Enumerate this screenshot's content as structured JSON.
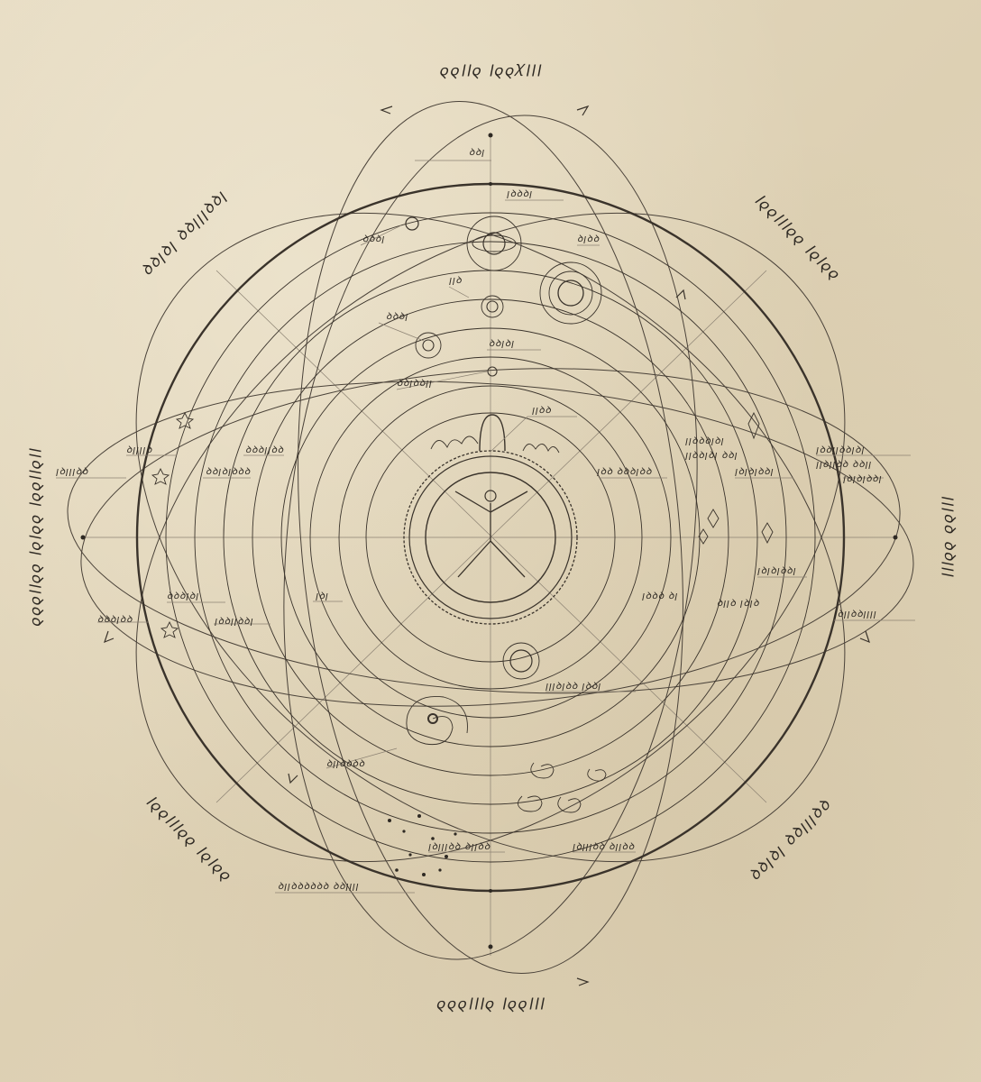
{
  "diagram": {
    "headings": {
      "top": "ꞁꞁꞁꭓꝺꝺꞁ ꝺꞁꞁꝺꝺ",
      "bottom": "ꞁꞁꞁꝺꝺꞁ ꝺꞁꞁꞁꝺꝺꝺ",
      "left": "ꞁꞁꝺꞁꞁꝺꝺꞁ ꝺꝺꞁꝺꞁ ꝺꝺꞁꞁꝺꝺꝺ",
      "right": "ꞁꞁꞁꝺꝺ ꝺꝺꞁꞁꞁ",
      "upper_left": "ꝺꝺꞁꝺꞁ ꝺꝺꞁꞁꞁꝺꝺꞁ",
      "upper_right": "ꝺꝺꞁꝺꞁ ꝺꝺꞁꞁꞁꝺꝺꞁ",
      "lower_left": "ꝺꝺꞁꝺꞁ ꝺꝺꞁꞁꞁꝺꝺꞁ",
      "lower_right": "ꝺꝺꞁꝺꞁ ꝺꝺꞁꞁꞁꝺꝺ"
    },
    "labels": {
      "top_axis": "ꝺꝺꞁ",
      "upper_ring": "ꞁꝺꝺꝺꞁ",
      "planet_left": "ꝺꝺꝺꞁ",
      "planet_right": "ꝺꞁꝺꝺ",
      "moon": "ꞁꞁꝺ",
      "orbit_a": "ꝺꝺꝺꞁ",
      "orbit_b": "ꝺꝺꞁꝺꞁ",
      "inner_planet": "ꝺꝺꞁꝺꝺꞁꞁ",
      "sun": "ꞁꞁꝺꝺ",
      "core": "ꞁꝺꝺ ꝺꝺꝺꞁꝺꝺ",
      "crystals_a": "ꞁꞁꝺꝺꝺꞁꝺꞁ",
      "crystals_b": "ꞁꞁꝺꝺꞁꝺꞁ ꝺꝺꞁ",
      "right_1": "ꞁꝺꝺꞁꞁꝺꝺꞁꝺꞁ",
      "right_2": "ꞁꞁꝺꞁꞁꝺꝺ ꝺꝺꞁꞁ",
      "right_3": "ꞁꝺꞁꝺꞁꝺꝺꞁ",
      "right_4": "ꞁꝺꞁꝺꞁꝺꝺꞁ",
      "right_5": "ꞁꝺꞁꝺꞁꝺꝺꞁ",
      "right_6": "ꞁꝺꞁꞁꝺꝺꞁꞁꞁꞁ",
      "right_7": "ꝺꞁꞁꝺ ꞁꝺꞁꝺ",
      "left_1": "ꝺꞁꞁꞁꞁꝺ",
      "left_2": "ꝺꝺꞁꝺꞁꝺꝺꝺ",
      "left_3": "ꝺꝺꝺꞁꞁꝺꝺ",
      "left_4": "ꞁꝺꞁꞁꞁꝺꝺ",
      "left_5": "ꝺꝺꝺꞁꝺꞁ",
      "left_6": "ꝺꝺꝺꞁꝺꝺ",
      "left_7": "ꞁꝺꝺꞁꞁꝺꝺꞁ",
      "left_8": "ꞁꝺꞁ",
      "lower_1": "ꞁꝺꝺꝺ ꝺꞁ",
      "galaxy_label": "ꝺꞁꞁꝺꝺꝺꝺ",
      "nebula_label": "ꞁꞁꞁꝺꞁꝺꝺ ꞁꝺꝺꞁ",
      "cluster_a": "ꞁꝺꞁꞁꞁꝺꝺ ꝺꞁꞁꝺꝺ",
      "cluster_b": "ꞁꝺꞁꞁꞁꝺꝺ ꝺꞁꞁꝺꝺ",
      "deep_field": "ꝺꞁꞁꝺꝺꝺꝺꝺꝺ ꝺꝺꞁꞁꞁꞁ"
    }
  }
}
